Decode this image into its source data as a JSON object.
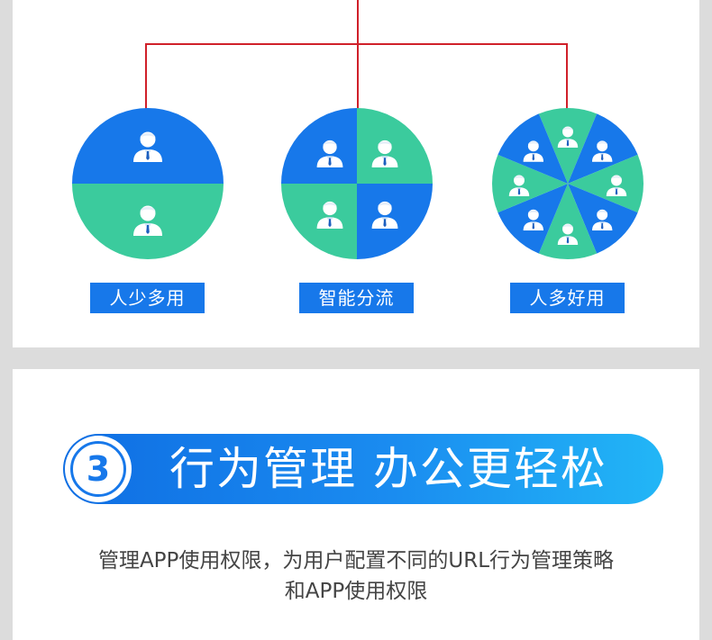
{
  "colors": {
    "blue": "#1778ea",
    "green": "#3bcb9d",
    "connector": "#d0202a",
    "background": "#dcdcdc"
  },
  "icons": [
    "user-icon"
  ],
  "groups": [
    {
      "label": "人少多用"
    },
    {
      "label": "智能分流"
    },
    {
      "label": "人多好用"
    }
  ],
  "section": {
    "number": "3",
    "title": "行为管理 办公更轻松",
    "description_line1": "管理APP使用权限，为用户配置不同的URL行为管理策略",
    "description_line2": "和APP使用权限"
  }
}
